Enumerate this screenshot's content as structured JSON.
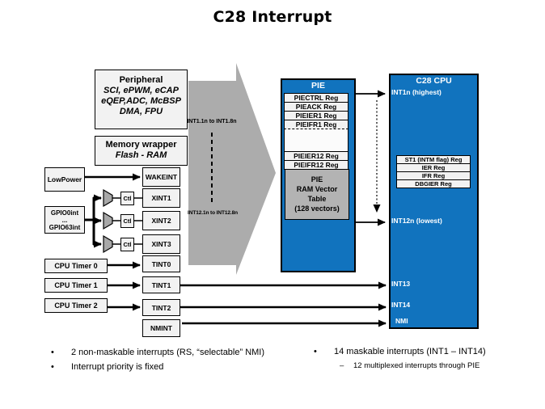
{
  "title": "C28 Interrupt",
  "colors": {
    "blue": "#1173BE",
    "arrow_gray": "#ACACAC",
    "box_gray": "#F2F2F2",
    "table_gray": "#B3B3B3"
  },
  "peripheral": {
    "lines": [
      "Peripheral",
      "SCI, ePWM, eCAP",
      "eQEP,ADC, McBSP",
      "DMA, FPU"
    ]
  },
  "memory": {
    "lines": [
      "Memory wrapper",
      "Flash - RAM"
    ]
  },
  "bus_arrow": {
    "top_label": "INT1.1n to INT1.8n",
    "bottom_label": "INT12.1n to INT12.8n"
  },
  "left_sources": {
    "lowpower": "LowPower",
    "gpio_lines": [
      "GPIO0int",
      "...",
      "GPIO63int"
    ],
    "timers": [
      "CPU Timer 0",
      "CPU Timer 1",
      "CPU Timer 2"
    ]
  },
  "int_signals": {
    "wakeint": "WAKEINT",
    "xint1": "XINT1",
    "xint2": "XINT2",
    "xint3": "XINT3",
    "tint0": "TINT0",
    "tint1": "TINT1",
    "tint2": "TINT2",
    "nmint": "NMINT",
    "ctl": "Ctl"
  },
  "pie": {
    "title": "PIE",
    "registers_top": [
      "PIECTRL Reg",
      "PIEACK Reg",
      "PIEIER1 Reg",
      "PIEIFR1 Reg"
    ],
    "registers_bottom": [
      "PIEIER12 Reg",
      "PIEIFR12 Reg"
    ],
    "vector_table_lines": [
      "PIE",
      "RAM Vector",
      "Table",
      "(128 vectors)"
    ]
  },
  "cpu": {
    "title": "C28 CPU",
    "int1_label": "INT1n (highest)",
    "registers": [
      "ST1 (INTM flag) Reg",
      "IER Reg",
      "IFR Reg",
      "DBGIER Reg"
    ],
    "int12_label": "INT12n (lowest)",
    "int13_label": "INT13",
    "int14_label": "INT14",
    "nmi_label": "NMI"
  },
  "notes": {
    "bullet_char": "•",
    "dash_char": "–",
    "left": [
      "2 non-maskable interrupts (RS, “selectable” NMI)",
      "Interrupt priority is fixed"
    ],
    "right": "14 maskable interrupts (INT1 – INT14)",
    "right_sub": "12 multiplexed interrupts through PIE"
  }
}
